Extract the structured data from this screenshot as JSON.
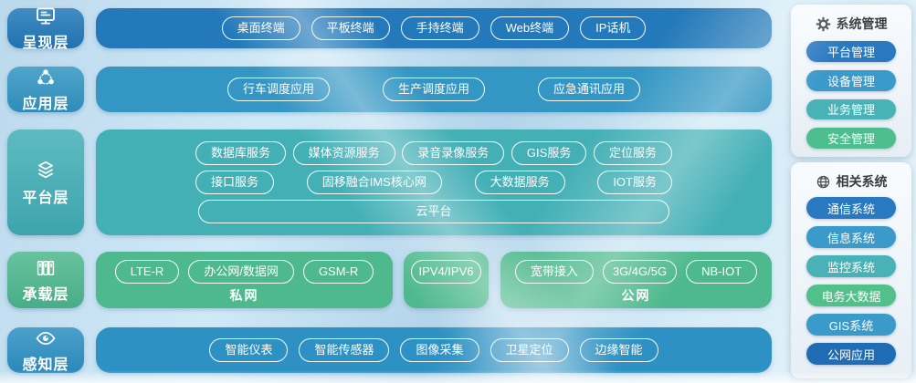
{
  "layers": [
    {
      "label": "呈现层",
      "icon": "monitor-icon",
      "color": "#2379b9",
      "items": [
        "桌面终端",
        "平板终端",
        "手持终端",
        "Web终端",
        "IP话机"
      ]
    },
    {
      "label": "应用层",
      "icon": "share-nodes-icon",
      "color": "#3396c3",
      "items": [
        "行车调度应用",
        "生产调度应用",
        "应急通讯应用"
      ]
    },
    {
      "label": "平台层",
      "icon": "layers-icon",
      "color": "#43b0b6",
      "rows": [
        [
          "数据库服务",
          "媒体资源服务",
          "录音录像服务",
          "GIS服务",
          "定位服务"
        ],
        [
          "接口服务",
          "固移融合IMS核心网",
          "大数据服务",
          "IOT服务"
        ],
        [
          "云平台"
        ]
      ]
    },
    {
      "label": "承载层",
      "icon": "racks-icon",
      "color": "#4fb98e",
      "groups": [
        {
          "label": "私网",
          "items": [
            "LTE-R",
            "办公网/数据网",
            "GSM-R"
          ]
        },
        {
          "label": "",
          "items": [
            "IPV4/IPV6"
          ]
        },
        {
          "label": "公网",
          "items": [
            "宽带接入",
            "3G/4G/5G",
            "NB-IOT"
          ]
        }
      ]
    },
    {
      "label": "感知层",
      "icon": "eye-icon",
      "color": "#2e91c3",
      "items": [
        "智能仪表",
        "智能传感器",
        "图像采集",
        "卫星定位",
        "边缘智能"
      ]
    }
  ],
  "sidebar": {
    "system_management": {
      "title": "系统管理",
      "icon": "gear-icon",
      "items": [
        {
          "label": "平台管理",
          "color": "#2879c0"
        },
        {
          "label": "设备管理",
          "color": "#3a9aca"
        },
        {
          "label": "业务管理",
          "color": "#49b2b6"
        },
        {
          "label": "安全管理",
          "color": "#4fbe8e"
        }
      ]
    },
    "related_systems": {
      "title": "相关系统",
      "icon": "globe-icon",
      "items": [
        {
          "label": "通信系统",
          "color": "#2879c0"
        },
        {
          "label": "信息系统",
          "color": "#3a9aca"
        },
        {
          "label": "监控系统",
          "color": "#49b2b6"
        },
        {
          "label": "电务大数据",
          "color": "#52c08b"
        },
        {
          "label": "GIS系统",
          "color": "#3a9aca"
        },
        {
          "label": "公网应用",
          "color": "#1f6cb5"
        }
      ]
    }
  }
}
